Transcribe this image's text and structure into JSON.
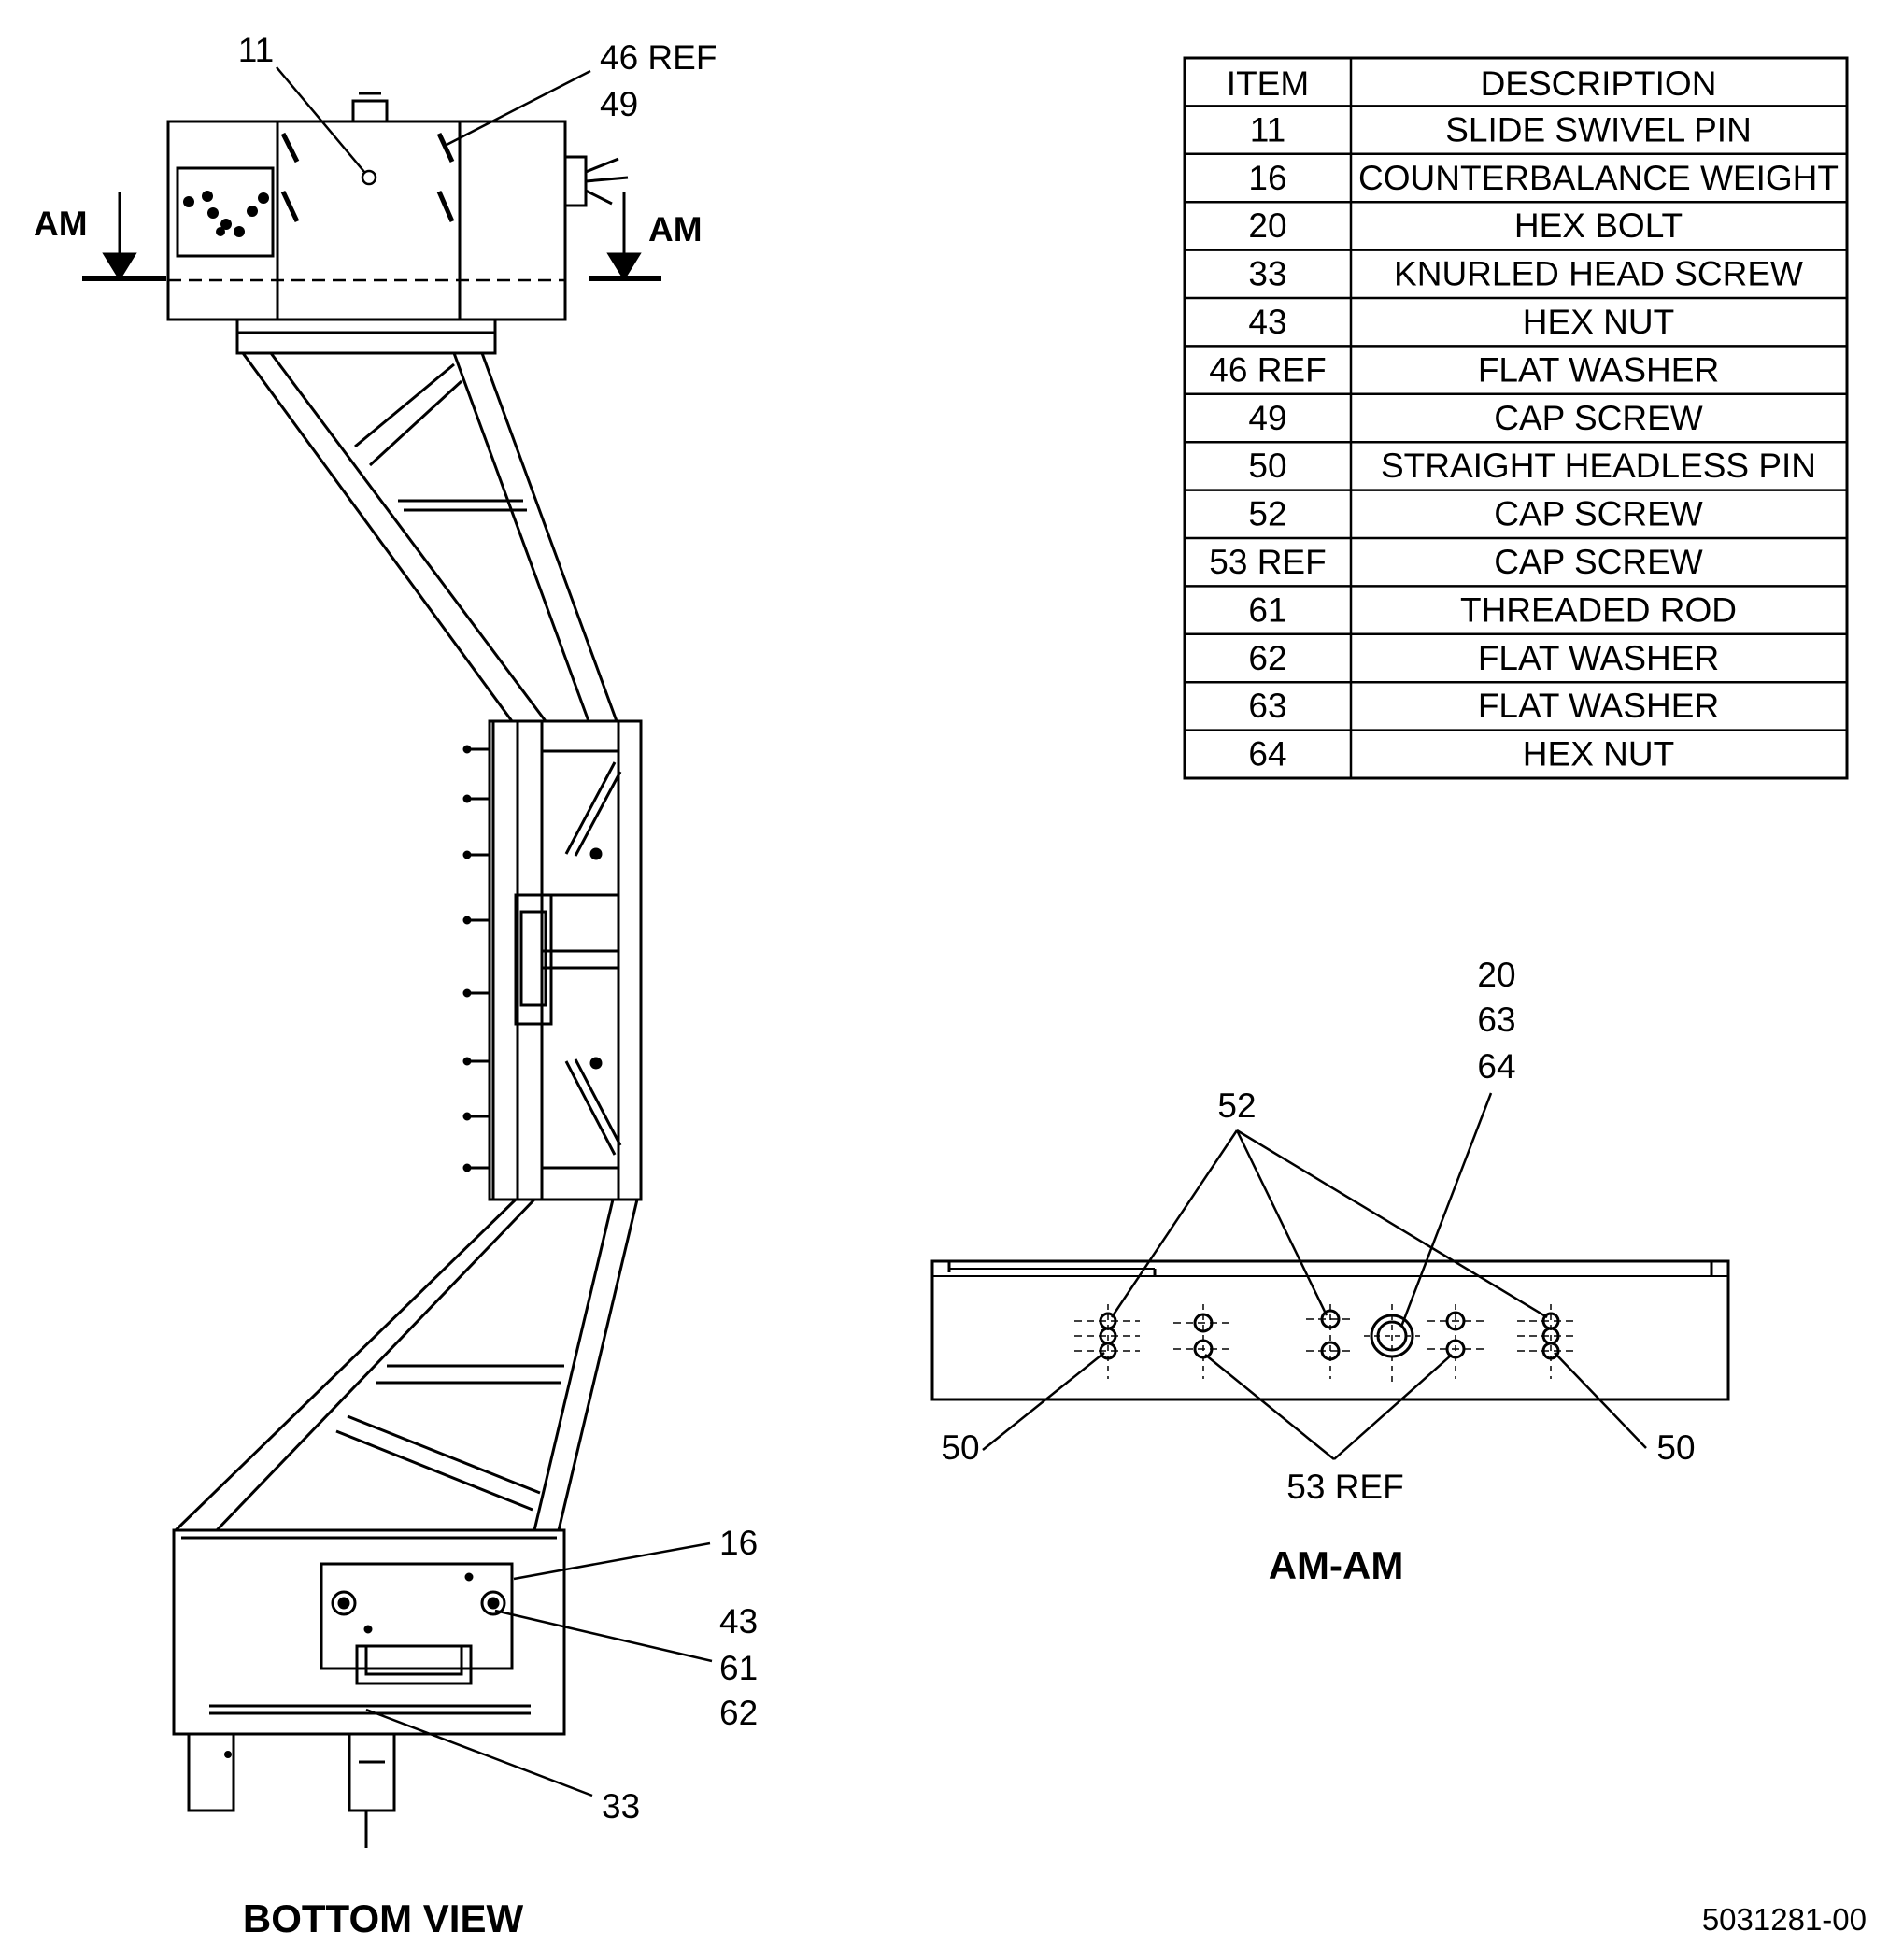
{
  "parts_table": {
    "headers": [
      "ITEM",
      "DESCRIPTION"
    ],
    "rows": [
      {
        "item": "11",
        "description": "SLIDE SWIVEL PIN"
      },
      {
        "item": "16",
        "description": "COUNTERBALANCE WEIGHT"
      },
      {
        "item": "20",
        "description": "HEX BOLT"
      },
      {
        "item": "33",
        "description": "KNURLED HEAD SCREW"
      },
      {
        "item": "43",
        "description": "HEX NUT"
      },
      {
        "item": "46 REF",
        "description": "FLAT WASHER"
      },
      {
        "item": "49",
        "description": "CAP SCREW"
      },
      {
        "item": "50",
        "description": "STRAIGHT HEADLESS PIN"
      },
      {
        "item": "52",
        "description": "CAP SCREW"
      },
      {
        "item": "53 REF",
        "description": "CAP SCREW"
      },
      {
        "item": "61",
        "description": "THREADED ROD"
      },
      {
        "item": "62",
        "description": "FLAT WASHER"
      },
      {
        "item": "63",
        "description": "FLAT WASHER"
      },
      {
        "item": "64",
        "description": "HEX NUT"
      }
    ]
  },
  "bottom_view": {
    "title": "BOTTOM VIEW",
    "section_marker_left": "AM",
    "section_marker_right": "AM",
    "callouts": {
      "c11": "11",
      "c46ref": "46 REF",
      "c49": "49",
      "c16": "16",
      "c43": "43",
      "c61": "61",
      "c62": "62",
      "c33": "33"
    }
  },
  "section_view": {
    "title": "AM-AM",
    "callouts": {
      "c20": "20",
      "c63": "63",
      "c64": "64",
      "c52": "52",
      "c50_left": "50",
      "c50_right": "50",
      "c53ref": "53 REF"
    }
  },
  "drawing_number": "5031281-00"
}
